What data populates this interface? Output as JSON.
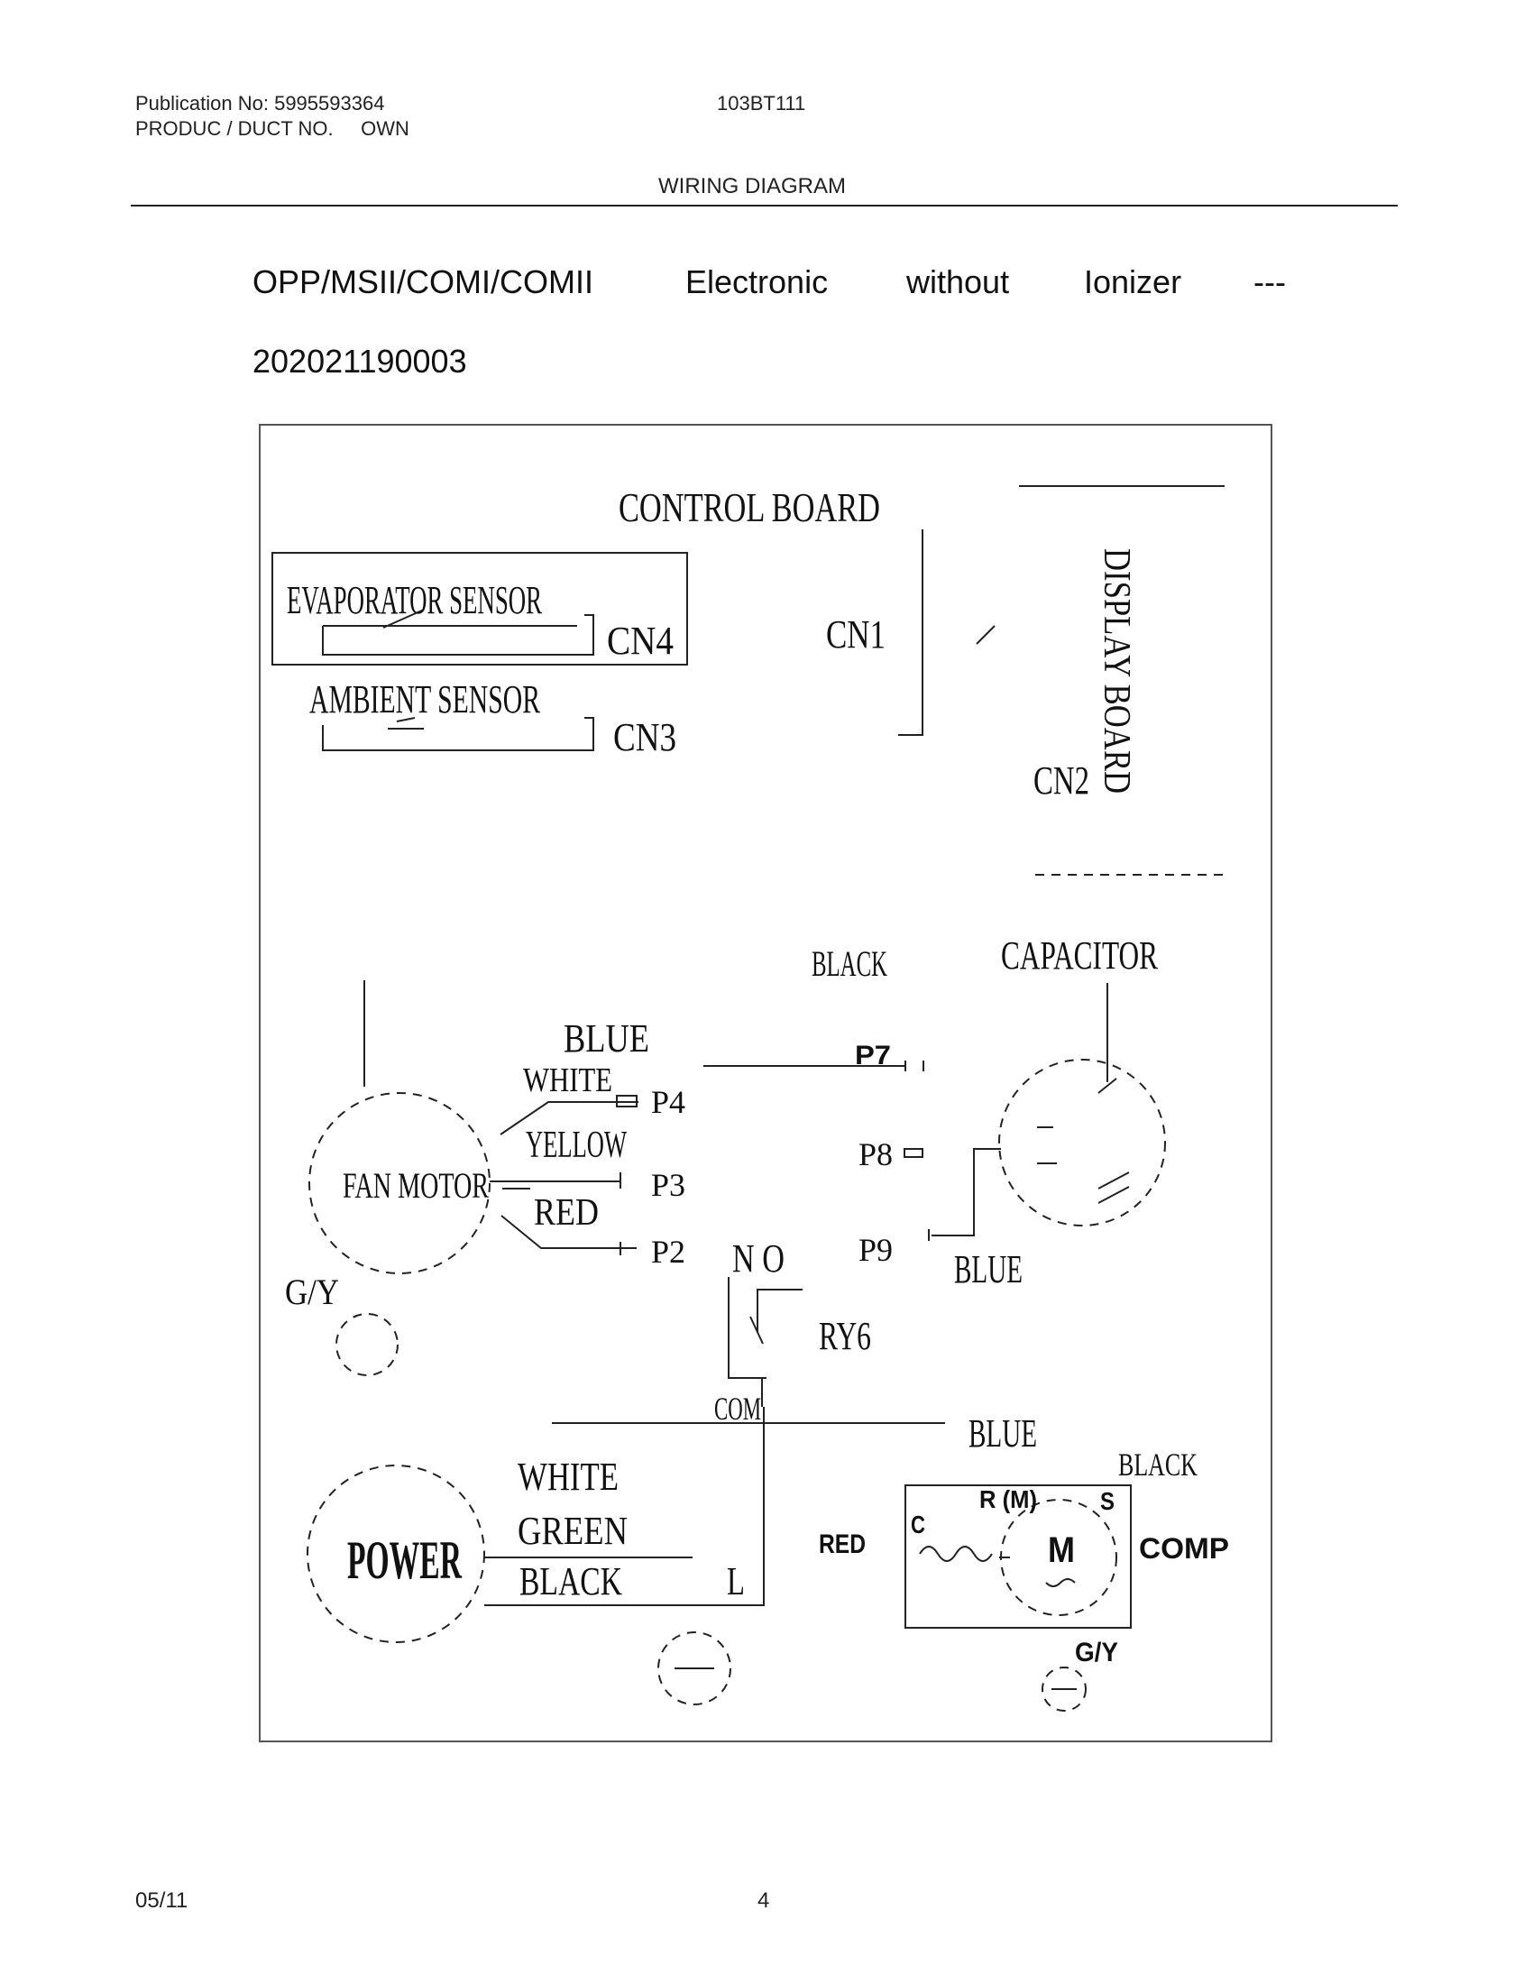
{
  "header": {
    "publication": "Publication No: 5995593364",
    "product": "PRODUC / DUCT NO.     OWN",
    "model": "103BT111",
    "section": "WIRING DIAGRAM"
  },
  "title": {
    "words": [
      "OPP/MSII/COMI/COMII",
      "Electronic",
      "without",
      "Ionizer",
      "---"
    ],
    "code": "202021190003"
  },
  "diagram": {
    "control_board": "CONTROL BOARD",
    "display_board": "DISPLAY BOARD",
    "evaporator_sensor": "EVAPORATOR SENSOR",
    "ambient_sensor": "AMBIENT SENSOR",
    "cn1": "CN1",
    "cn2": "CN2",
    "cn3": "CN3",
    "cn4": "CN4",
    "black_top": "BLACK",
    "capacitor": "CAPACITOR",
    "blue_top": "BLUE",
    "white_fan": "WHITE",
    "yellow_fan": "YELLOW",
    "red_fan": "RED",
    "fan_motor": "FAN MOTOR",
    "p2": "P2",
    "p3": "P3",
    "p4": "P4",
    "p7": "P7",
    "p8": "P8",
    "p9": "P9",
    "no": "N O",
    "ry6": "RY6",
    "com": "COM",
    "blue_cap": "BLUE",
    "blue_mid": "BLUE",
    "gy_left": "G/Y",
    "power": "POWER",
    "white_pwr": "WHITE",
    "green_pwr": "GREEN",
    "black_pwr": "BLACK",
    "l": "L",
    "red_comp": "RED",
    "black_comp": "BLACK",
    "comp": "COMP",
    "c": "C",
    "r_m": "R (M)",
    "s": "S",
    "m": "M",
    "gy_comp": "G/Y"
  },
  "footer": {
    "date": "05/11",
    "page": "4"
  }
}
